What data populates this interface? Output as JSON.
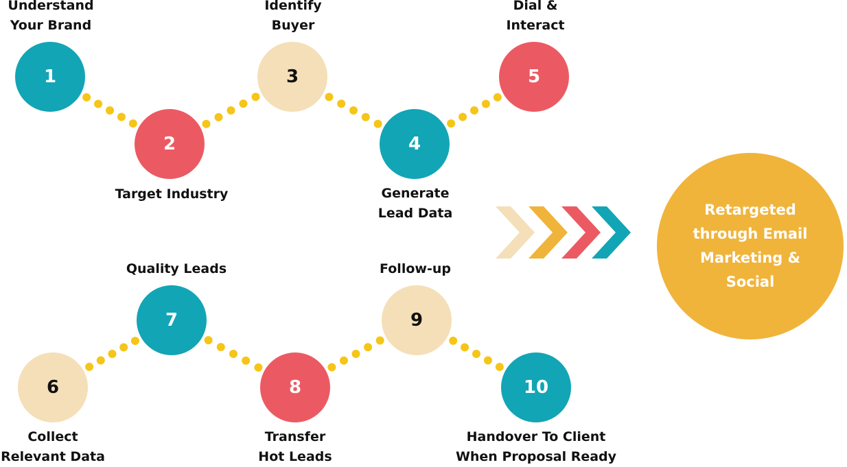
{
  "colors": {
    "teal": "#12a5b5",
    "coral": "#eb5a63",
    "cream": "#f4dfb8",
    "gold": "#f0b43b",
    "dot": "#f5c518"
  },
  "steps": [
    {
      "num": "1",
      "color": "teal",
      "label": [
        "Understand",
        "Your Brand"
      ]
    },
    {
      "num": "2",
      "color": "coral",
      "label": [
        "Target Industry"
      ]
    },
    {
      "num": "3",
      "color": "cream",
      "label": [
        "Identify",
        "Buyer"
      ]
    },
    {
      "num": "4",
      "color": "teal",
      "label": [
        "Generate",
        "Lead Data"
      ]
    },
    {
      "num": "5",
      "color": "coral",
      "label": [
        "Dial &",
        "Interact"
      ]
    },
    {
      "num": "6",
      "color": "cream",
      "label": [
        "Collect",
        "Relevant Data"
      ]
    },
    {
      "num": "7",
      "color": "teal",
      "label": [
        "Quality Leads"
      ]
    },
    {
      "num": "8",
      "color": "coral",
      "label": [
        "Transfer",
        "Hot Leads"
      ]
    },
    {
      "num": "9",
      "color": "cream",
      "label": [
        "Follow-up"
      ]
    },
    {
      "num": "10",
      "color": "teal",
      "label": [
        "Handover To Client",
        "When Proposal Ready"
      ]
    }
  ],
  "arrows": {
    "colors": [
      "cream",
      "gold",
      "coral",
      "teal"
    ],
    "icon": "chevron-right-icon"
  },
  "outcome": {
    "color": "gold",
    "lines": [
      "Retargeted",
      "through Email",
      "Marketing &",
      "Social"
    ]
  }
}
